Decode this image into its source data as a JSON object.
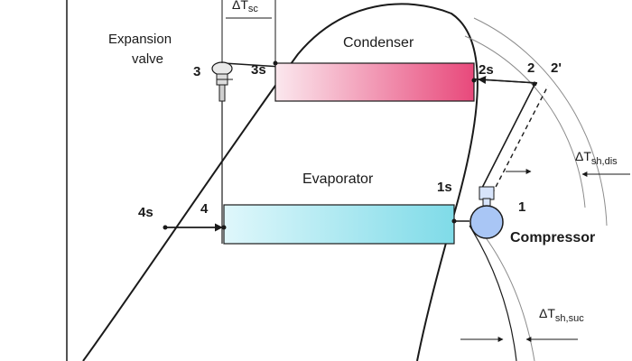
{
  "labels": {
    "expansion_line1": "Expansion",
    "expansion_line2": "valve",
    "condenser": "Condenser",
    "evaporator": "Evaporator",
    "compressor": "Compressor",
    "point_3": "3",
    "point_3s": "3s",
    "point_2s": "2s",
    "point_2": "2",
    "point_2prime": "2'",
    "point_1s": "1s",
    "point_1": "1",
    "point_4s": "4s",
    "point_4": "4",
    "delta_sc": "ΔT",
    "delta_sc_sub": "sc",
    "delta_shdis": "ΔT",
    "delta_shdis_sub": "sh,dis",
    "delta_shsuc": "ΔT",
    "delta_shsuc_sub": "sh,suc"
  },
  "colors": {
    "condenser_start": "#fbe8ee",
    "condenser_end": "#e8497b",
    "evaporator_start": "#dff7fb",
    "evaporator_end": "#7fdbe8",
    "compressor_fill": "#a9c6f5",
    "line": "#1a1a1a",
    "faint_line": "#8c8c8c"
  }
}
